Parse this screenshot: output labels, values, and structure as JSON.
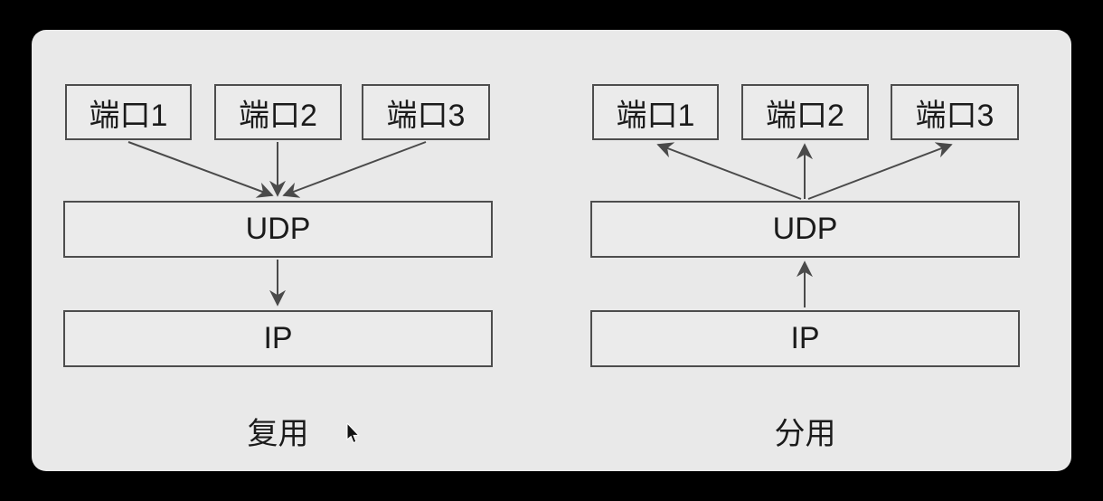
{
  "left": {
    "ports": [
      "端口1",
      "端口2",
      "端口3"
    ],
    "transport_layer": "UDP",
    "network_layer": "IP",
    "caption": "复用"
  },
  "right": {
    "ports": [
      "端口1",
      "端口2",
      "端口3"
    ],
    "transport_layer": "UDP",
    "network_layer": "IP",
    "caption": "分用"
  },
  "colors": {
    "background": "#000000",
    "panel": "#e9e9e9",
    "line": "#4a4a4a",
    "text": "#1b1b1b"
  }
}
